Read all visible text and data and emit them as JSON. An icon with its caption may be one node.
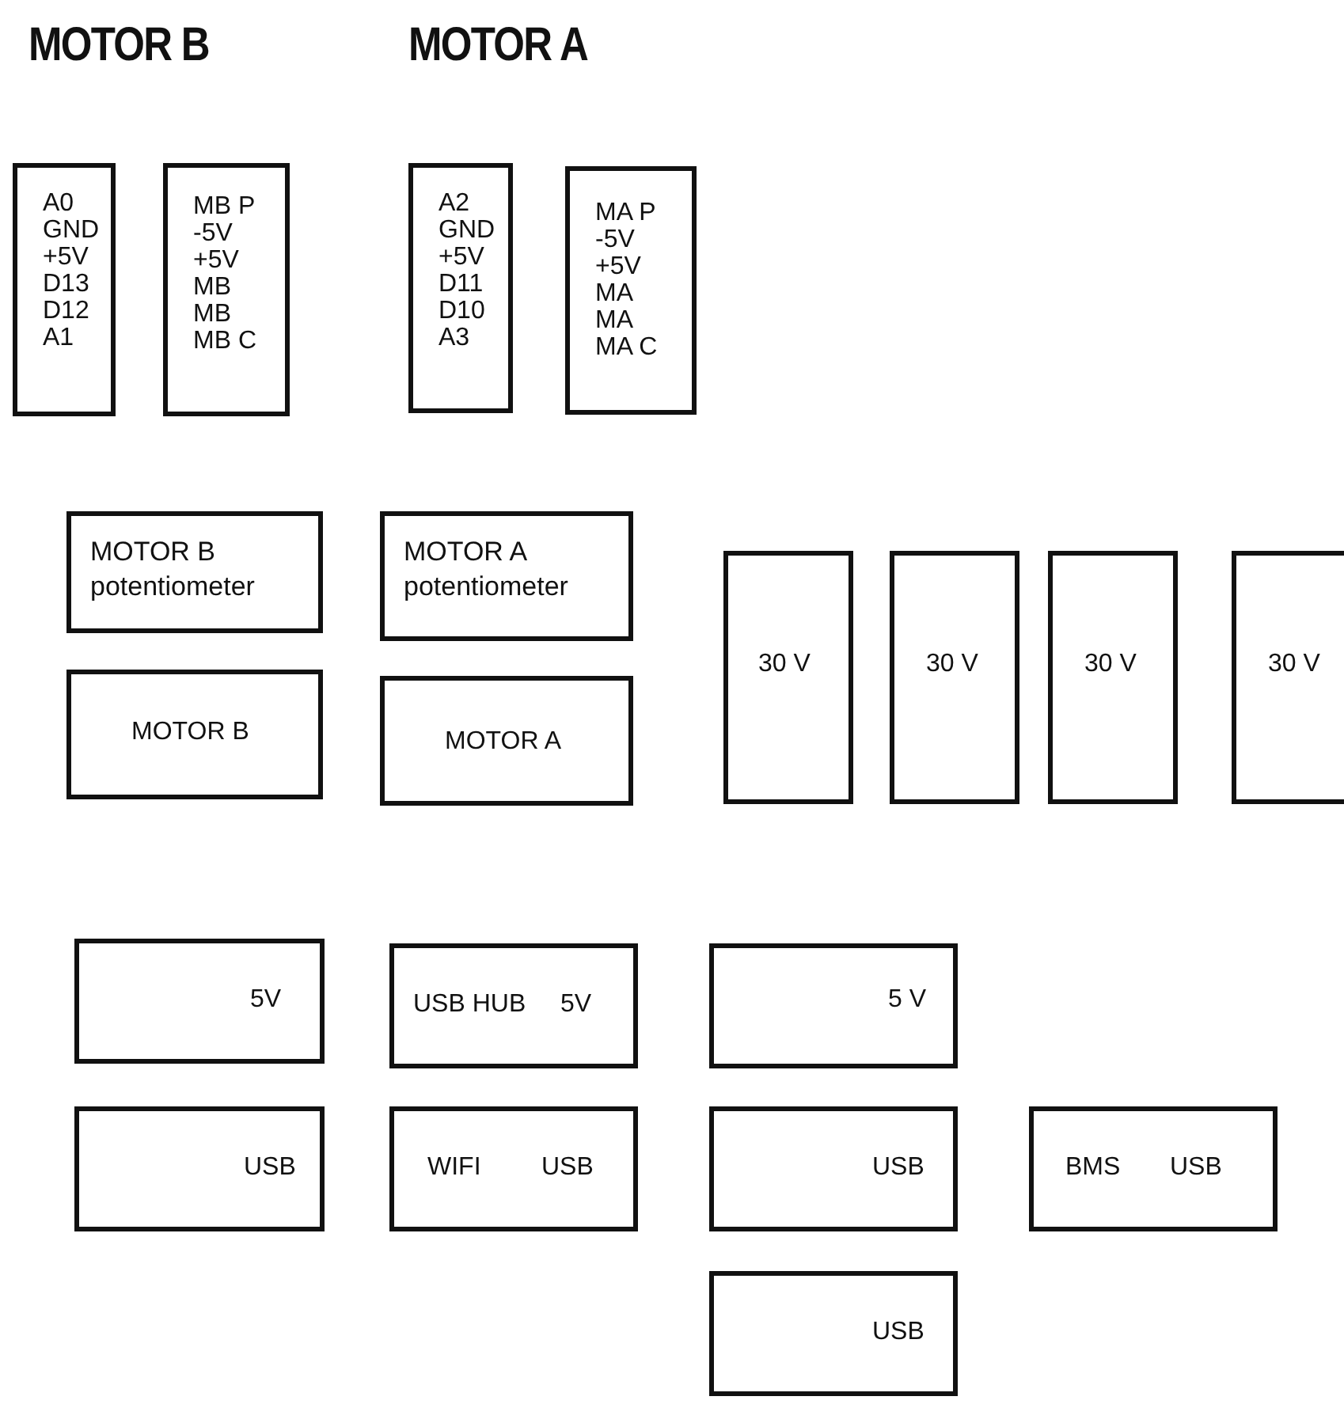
{
  "diagram": {
    "nodes": [
      {
        "text": [
          "A0",
          "GND",
          "+5V",
          "D13",
          "D12",
          "A1"
        ]
      },
      {
        "text": [
          "MB P",
          "-5V",
          "+5V",
          "MB",
          "MB",
          "MB C"
        ]
      },
      {
        "text": [
          "A2",
          "GND",
          "+5V",
          "D11",
          "D10",
          "A3"
        ]
      },
      {
        "text": [
          "MA P",
          "-5V",
          "+5V",
          "MA",
          "MA",
          "MA C"
        ]
      },
      {
        "text": [
          "MOTOR B potentiometer"
        ]
      },
      {
        "text": [
          "MOTOR A potentiometer"
        ]
      },
      {
        "text": [
          "MOTOR B"
        ]
      },
      {
        "text": [
          "MOTOR A"
        ]
      },
      {
        "text": [
          "30 V"
        ]
      },
      {
        "text": [
          "30 V"
        ]
      },
      {
        "text": [
          "30 V"
        ]
      },
      {
        "text": [
          "30 V"
        ]
      },
      {
        "text": [
          "5V"
        ]
      },
      {
        "text": [
          "USB HUB",
          "5V"
        ]
      },
      {
        "text": [
          "5 V"
        ]
      },
      {
        "text": [
          "USB"
        ]
      },
      {
        "text": [
          "WIFI",
          "USB"
        ]
      },
      {
        "text": [
          "USB"
        ]
      },
      {
        "text": [
          "BMS",
          "USB"
        ]
      },
      {
        "text": [
          "USB"
        ]
      }
    ],
    "edges": [],
    "labels": [
      "MOTOR B",
      "MOTOR A"
    ]
  }
}
